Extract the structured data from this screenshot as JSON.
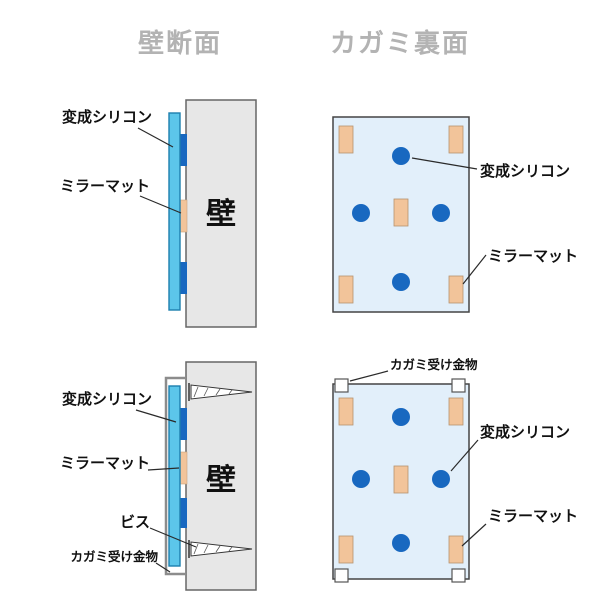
{
  "headers": {
    "wall_section": "壁断面",
    "mirror_back": "カガミ裏面"
  },
  "labels": {
    "silicone": "変成シリコン",
    "mirror_mat": "ミラーマット",
    "wall": "壁",
    "screw": "ビス",
    "hardware": "カガミ受け金物"
  },
  "colors": {
    "header_text": "#b3b3b3",
    "wall_fill": "#e7e7e7",
    "mirror_glass": "#5cc6ea",
    "silicone_blue": "#1868c0",
    "mat_tan": "#f2c49a",
    "mirror_back_fill": "#e2effa",
    "hardware_white": "#ffffff",
    "outline": "#555555"
  }
}
